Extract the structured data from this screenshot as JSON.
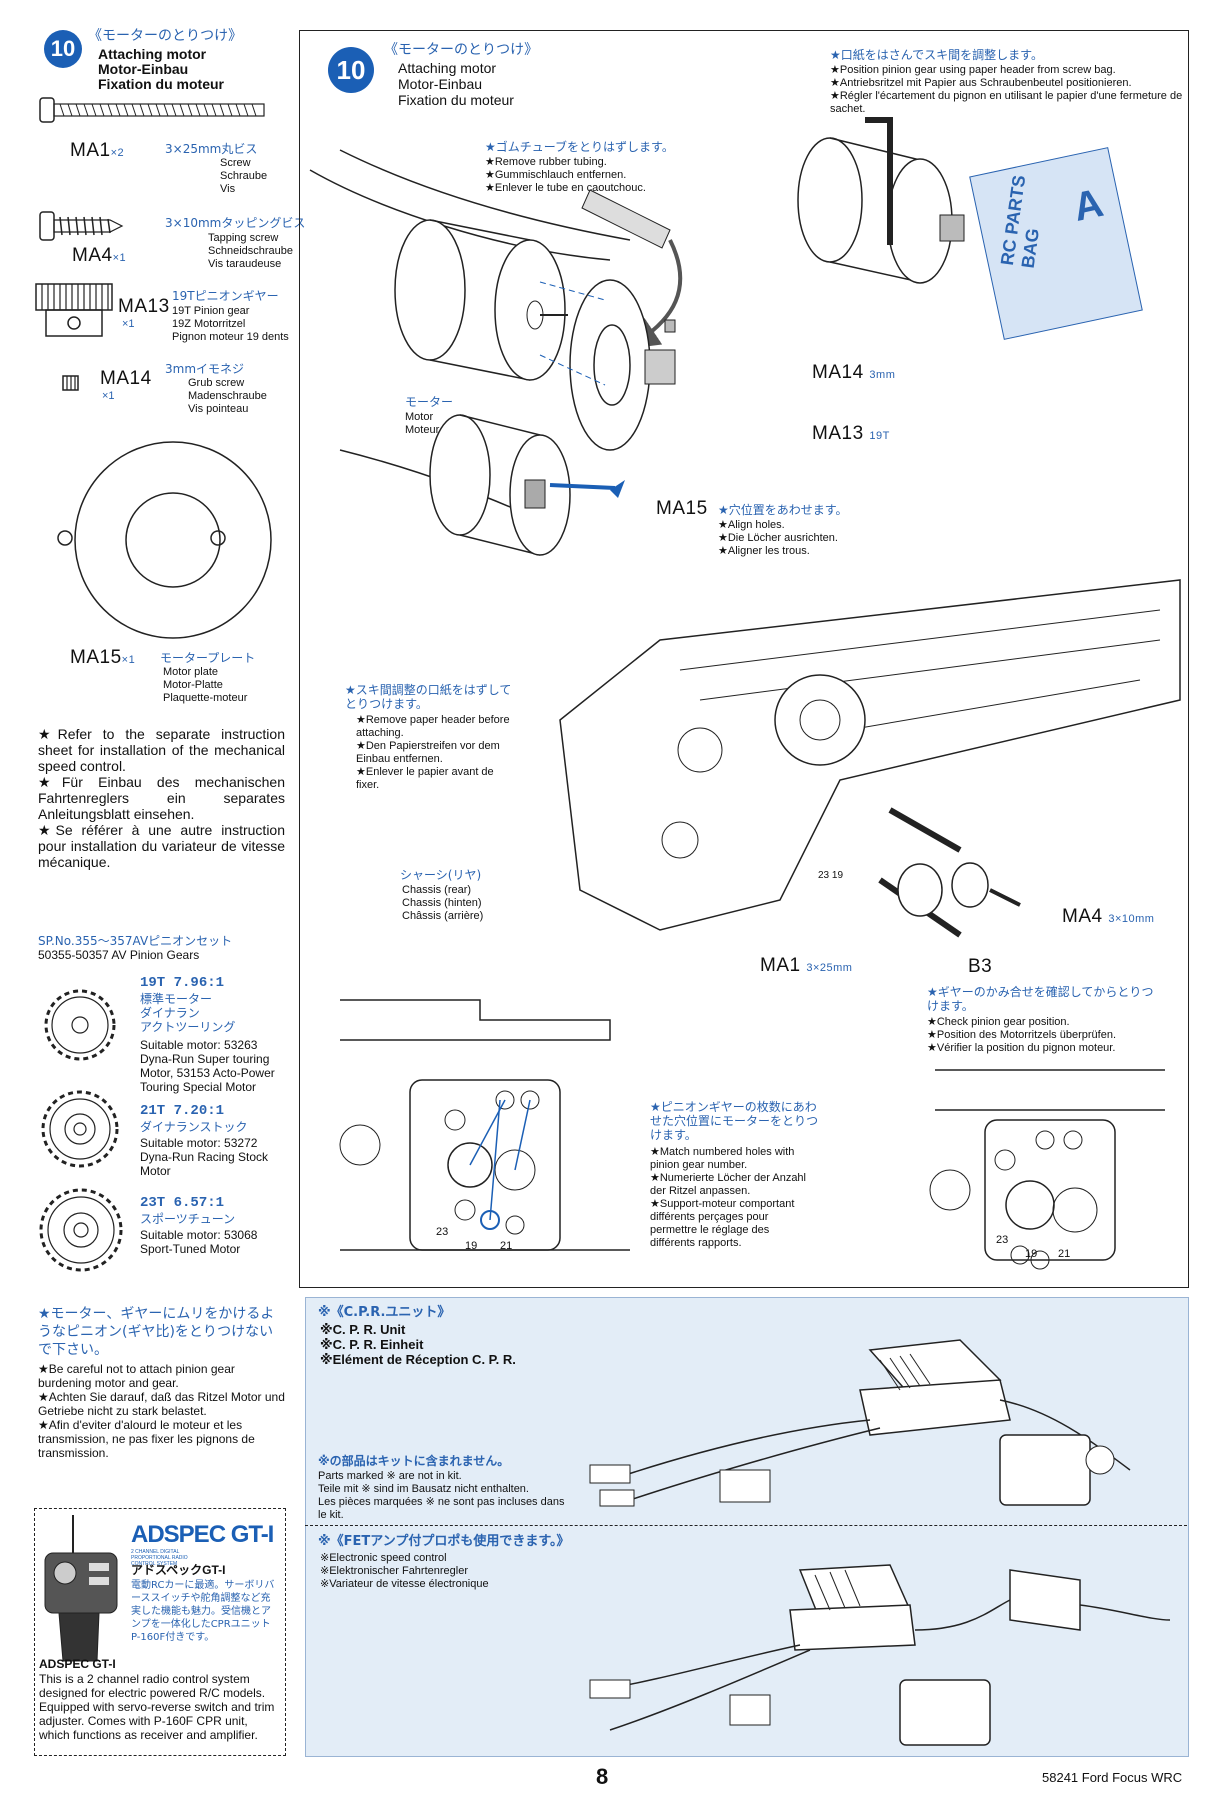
{
  "step": {
    "number": "10",
    "title_jp": "《モーターのとりつけ》",
    "title_en": "Attaching motor",
    "title_de": "Motor-Einbau",
    "title_fr": "Fixation du moteur"
  },
  "parts": [
    {
      "code": "MA1",
      "qty": "×2",
      "spec_jp": "3×25mm丸ビス",
      "desc": "Screw\nSchraube\nVis"
    },
    {
      "code": "MA4",
      "qty": "×1",
      "spec_jp": "3×10mmタッピングビス",
      "desc": "Tapping screw\nSchneidschraube\nVis taraudeuse"
    },
    {
      "code": "MA13",
      "qty": "×1",
      "spec_jp": "19Tピニオンギヤー",
      "desc": "19T Pinion gear\n19Z Motorritzel\nPignon moteur 19 dents"
    },
    {
      "code": "MA14",
      "qty": "×1",
      "spec_jp": "3mmイモネジ",
      "desc": "Grub screw\nMadenschraube\nVis pointeau"
    },
    {
      "code": "MA15",
      "qty": "×1",
      "spec_jp": "モータープレート",
      "desc": "Motor plate\nMotor-Platte\nPlaquette-moteur"
    }
  ],
  "notes": {
    "speed_control": "★Refer to the separate instruction sheet for installation of the mechanical speed control.\n★Für Einbau des mechanischen Fahrtenreglers ein separates Anleitungsblatt einsehen.\n★Se référer à une autre instruction pour installation du variateur de vitesse mécanique.",
    "pinion_set_jp": "SP.No.355〜357AVピニオンセット",
    "pinion_set_en": "50355-50357 AV Pinion Gears",
    "pinion_options": [
      {
        "teeth": "19T",
        "ratio": "7.96:1",
        "jp": "標準モーター\nダイナラン\nアクトツーリング",
        "text": "Suitable motor: 53263 Dyna-Run Super touring Motor, 53153 Acto-Power Touring Special Motor"
      },
      {
        "teeth": "21T",
        "ratio": "7.20:1",
        "jp": "ダイナランストック",
        "text": "Suitable motor: 53272 Dyna-Run Racing Stock Motor"
      },
      {
        "teeth": "23T",
        "ratio": "6.57:1",
        "jp": "スポーツチューン",
        "text": "Suitable motor: 53068 Sport-Tuned Motor"
      }
    ],
    "caution_jp": "★モーター、ギヤーにムリをかけるようなピニオン(ギヤ比)をとりつけないで下さい。",
    "caution": "★Be careful not to attach pinion gear burdening motor and gear.\n★Achten Sie darauf, daß das Ritzel Motor und Getriebe nicht zu stark belastet.\n★Afin d'eviter d'alourd le moteur et les transmission, ne pas fixer les pignons de transmission."
  },
  "adspec": {
    "logo": "ADSPEC GT-I",
    "logo_sub": "2 CHANNEL DIGITAL PROPORTIONAL RADIO CONTROL SYSTEM",
    "jp_title": "アドスペックGT-I",
    "jp_text": "電動RCカーに最適。サーボリバーススイッチや舵角調整など充実した機能も魅力。受信機とアンプを一体化したCPRユニットP-160F付きです。",
    "title": "ADSPEC GT-I",
    "text": "This is a 2 channel radio control system designed for electric powered R/C models. Equipped with servo-reverse switch and trim adjuster. Comes with P-160F CPR unit, which functions as receiver and amplifier."
  },
  "main": {
    "rubber_tube_jp": "★ゴムチューブをとりはずします。",
    "rubber_tube": "★Remove rubber tubing.\n★Gummischlauch entfernen.\n★Enlever le tube en caoutchouc.",
    "paper_jp": "★口紙をはさんでスキ間を調整します。",
    "paper": "★Position pinion gear using paper header from screw bag.\n★Antriebsritzel mit Papier aus Schraubenbeutel positionieren.\n★Régler l'écartement du pignon en utilisant le papier d'une fermeture de sachet.",
    "motor_jp": "モーター",
    "motor": "Motor\nMoteur",
    "align_jp": "★穴位置をあわせます。",
    "align": "★Align holes.\n★Die Löcher ausrichten.\n★Aligner les trous.",
    "remove_paper_jp": "★スキ間調整の口紙をはずしてとりつけます。",
    "remove_paper": "★Remove paper header before attaching.\n★Den Papierstreifen vor dem Einbau entfernen.\n★Enlever le papier avant de fixer.",
    "chassis_jp": "シャーシ(リヤ)",
    "chassis": "Chassis (rear)\nChassis (hinten)\nChâssis (arrière)",
    "label_ma14": "MA14",
    "label_ma14_size": "3mm",
    "label_ma13": "MA13",
    "label_ma13_size": "19T",
    "label_ma15": "MA15",
    "label_ma4": "MA4",
    "label_ma4_size": "3×10mm",
    "label_ma1": "MA1",
    "label_ma1_size": "3×25mm",
    "label_b3": "B3",
    "bag_text": "RC PARTS BAG",
    "bag_letter": "A",
    "check_jp": "★ギヤーのかみ合せを確認してからとりつけます。",
    "check": "★Check pinion gear position.\n★Position des Motorritzels überprüfen.\n★Vérifier la position du pignon moteur.",
    "match_jp": "★ピニオンギヤーの枚数にあわせた穴位置にモーターをとりつけます。",
    "match": "★Match numbered holes with pinion gear number.\n★Numerierte Löcher der Anzahl der Ritzel anpassen.\n★Support-moteur comportant différents perçages pour permettre le réglage des différents rapports.",
    "hole_23": "23",
    "hole_19": "19",
    "hole_21": "21",
    "hole_2319": "23 19"
  },
  "cpr": {
    "title_jp": "※《C.P.R.ユニット》",
    "lines": "※C. P. R. Unit\n※C. P. R. Einheit\n※Elément de Réception C. P. R.",
    "not_in_kit_jp": "※の部品はキットに含まれません。",
    "not_in_kit": "Parts marked ※ are not in kit.\nTeile mit ※ sind im Bausatz nicht enthalten.\nLes pièces marquées ※ ne sont pas incluses dans le kit.",
    "fet_jp": "※《FETアンプ付プロポも使用できます。》",
    "fet": "※Electronic speed control\n※Elektronischer Fahrtenregler\n※Variateur de vitesse électronique"
  },
  "footer": {
    "page": "8",
    "model": "58241 Ford Focus WRC"
  }
}
